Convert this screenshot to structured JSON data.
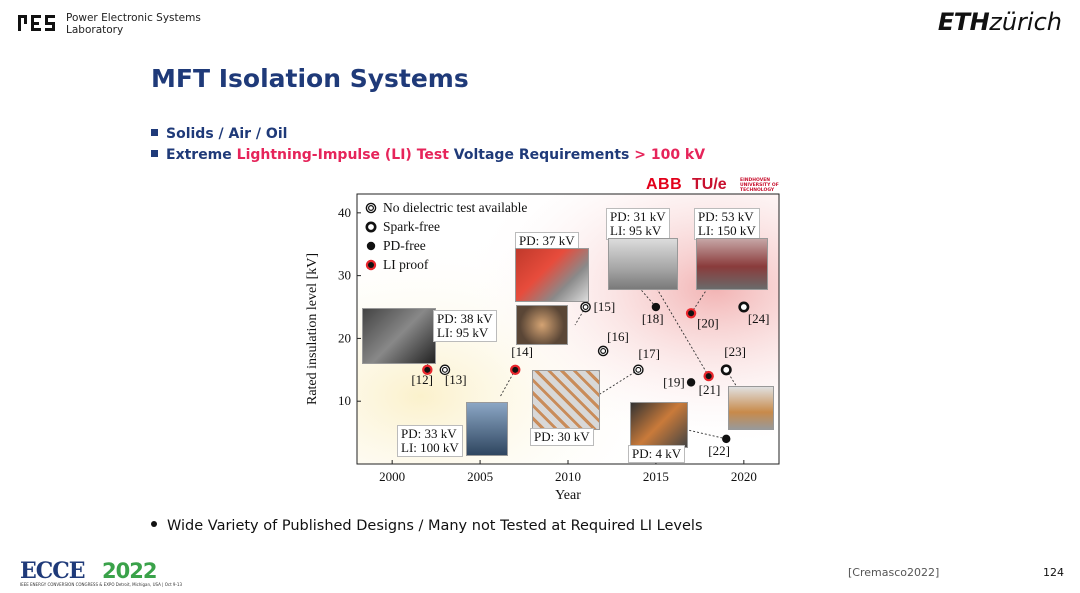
{
  "header": {
    "lab_line1": "Power Electronic Systems",
    "lab_line2": "Laboratory",
    "eth_bold": "ETH",
    "eth_light": "zürich"
  },
  "title": "MFT Isolation Systems",
  "bullets": {
    "b1": "Solids / Air / Oil",
    "b2_part1": "Extreme ",
    "b2_part2": "Lightning-Impulse (LI) Test",
    "b2_part3": " Voltage Requirements ",
    "b2_part4": "> 100 kV"
  },
  "bottom_bullet": "Wide Variety of Published Designs / Many not Tested at Required LI Levels",
  "citation": "[Cremasco2022]",
  "page_number": "124",
  "logos": {
    "abb": "ABB",
    "tue": "TU/e",
    "tue_sub": "EINDHOVEN UNIVERSITY OF TECHNOLOGY",
    "ecce": "ECCE",
    "ecce_year": "2022",
    "ecce_sub": "IEEE ENERGY CONVERSION CONGRESS & EXPO Detroit, Michigan, USA | Oct 9-13"
  },
  "colors": {
    "title_blue": "#1f3a79",
    "accent_red": "#e6245a",
    "li_red": "#e8262c"
  },
  "annotations": {
    "a12": "PD: 38 kV",
    "a12b": "LI: 95 kV",
    "a14": "PD: 33 kV",
    "a14b": "LI: 100 kV",
    "a15": "PD: 37 kV",
    "a17": "PD: 30 kV",
    "a18": "PD: 31 kV",
    "a18b": "LI: 95 kV",
    "a20": "PD: 53 kV",
    "a20b": "LI: 150 kV",
    "a22": "PD: 4 kV"
  },
  "chart_data": {
    "type": "scatter",
    "xlabel": "Year",
    "ylabel": "Rated insulation level [kV]",
    "xlim": [
      1998,
      2022
    ],
    "ylim": [
      0,
      43
    ],
    "xticks": [
      2000,
      2005,
      2010,
      2015,
      2020
    ],
    "yticks": [
      10,
      20,
      30,
      40
    ],
    "legend": [
      {
        "name": "No dielectric test available",
        "marker": "double-ring"
      },
      {
        "name": "Spark-free",
        "marker": "ring"
      },
      {
        "name": "PD-free",
        "marker": "dot"
      },
      {
        "name": "LI proof",
        "marker": "red-dot"
      }
    ],
    "points": [
      {
        "x": 2002,
        "y": 15,
        "kind": "LI proof",
        "label": "[12]"
      },
      {
        "x": 2003,
        "y": 15,
        "kind": "No dielectric test available",
        "label": "[13]"
      },
      {
        "x": 2007,
        "y": 15,
        "kind": "LI proof",
        "label": "[14]"
      },
      {
        "x": 2011,
        "y": 25,
        "kind": "No dielectric test available",
        "label": "[15]"
      },
      {
        "x": 2012,
        "y": 18,
        "kind": "No dielectric test available",
        "label": "[16]"
      },
      {
        "x": 2014,
        "y": 15,
        "kind": "No dielectric test available",
        "label": "[17]"
      },
      {
        "x": 2015,
        "y": 25,
        "kind": "PD-free",
        "label": "[18]"
      },
      {
        "x": 2017,
        "y": 13,
        "kind": "PD-free",
        "label": "[19]"
      },
      {
        "x": 2017,
        "y": 24,
        "kind": "LI proof",
        "label": "[20]"
      },
      {
        "x": 2018,
        "y": 14,
        "kind": "LI proof",
        "label": "[21]"
      },
      {
        "x": 2019,
        "y": 4,
        "kind": "PD-free",
        "label": "[22]"
      },
      {
        "x": 2019,
        "y": 15,
        "kind": "Spark-free",
        "label": "[23]"
      },
      {
        "x": 2020,
        "y": 25,
        "kind": "Spark-free",
        "label": "[24]"
      }
    ]
  }
}
